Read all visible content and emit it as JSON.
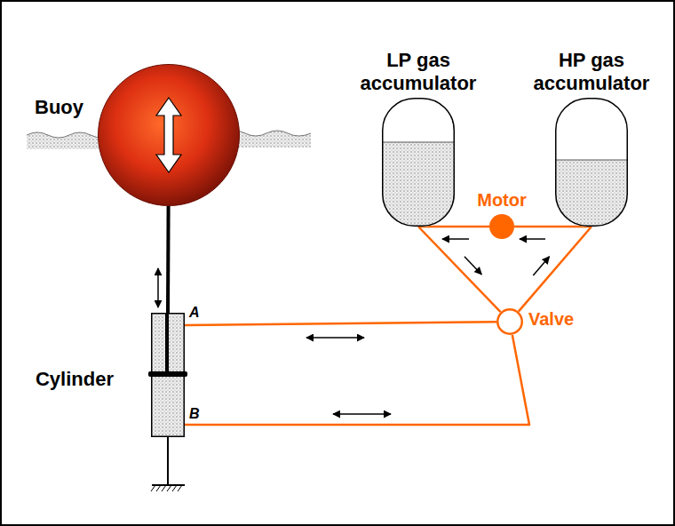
{
  "diagram": {
    "nodes": [
      {
        "text": [
          "Buoy"
        ]
      },
      {
        "text": [
          "LP gas accumulator"
        ]
      },
      {
        "text": [
          "HP gas accumulator"
        ]
      },
      {
        "text": [
          "Motor"
        ]
      },
      {
        "text": [
          "Valve"
        ]
      },
      {
        "text": [
          "Cylinder"
        ]
      }
    ],
    "edges": [
      {
        "from": 0,
        "to": 5,
        "arrow": "none"
      },
      {
        "from": 2,
        "to": 3,
        "arrow": "none"
      },
      {
        "from": 3,
        "to": 1,
        "arrow": "none"
      },
      {
        "from": 1,
        "to": 4,
        "arrow": "none"
      },
      {
        "from": 4,
        "to": 2,
        "arrow": "none"
      },
      {
        "from": 5,
        "to": 4,
        "arrow": "none"
      },
      {
        "from": 5,
        "to": 4,
        "arrow": "none"
      }
    ],
    "labels": [
      "A",
      "B"
    ]
  }
}
